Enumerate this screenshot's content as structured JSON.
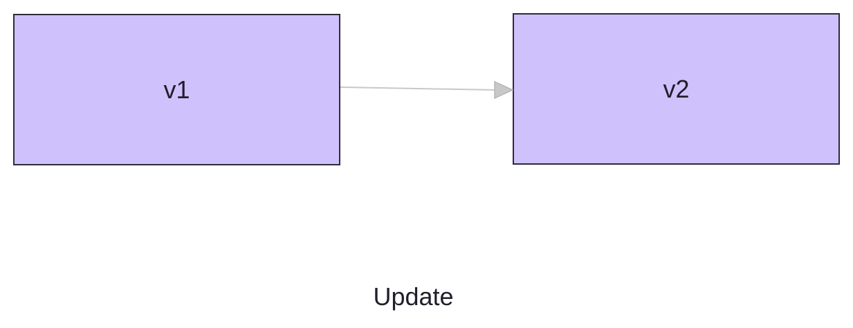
{
  "diagram": {
    "nodes": [
      {
        "id": "v1",
        "label": "v1",
        "fill": "#cfc1fb",
        "border": "#2b2b3a"
      },
      {
        "id": "v2",
        "label": "v2",
        "fill": "#cfc1fb",
        "border": "#2b2b3a"
      }
    ],
    "edges": [
      {
        "from": "v1",
        "to": "v2",
        "color": "#c8c8c8",
        "arrowhead": "triangle"
      }
    ],
    "caption": "Update"
  }
}
